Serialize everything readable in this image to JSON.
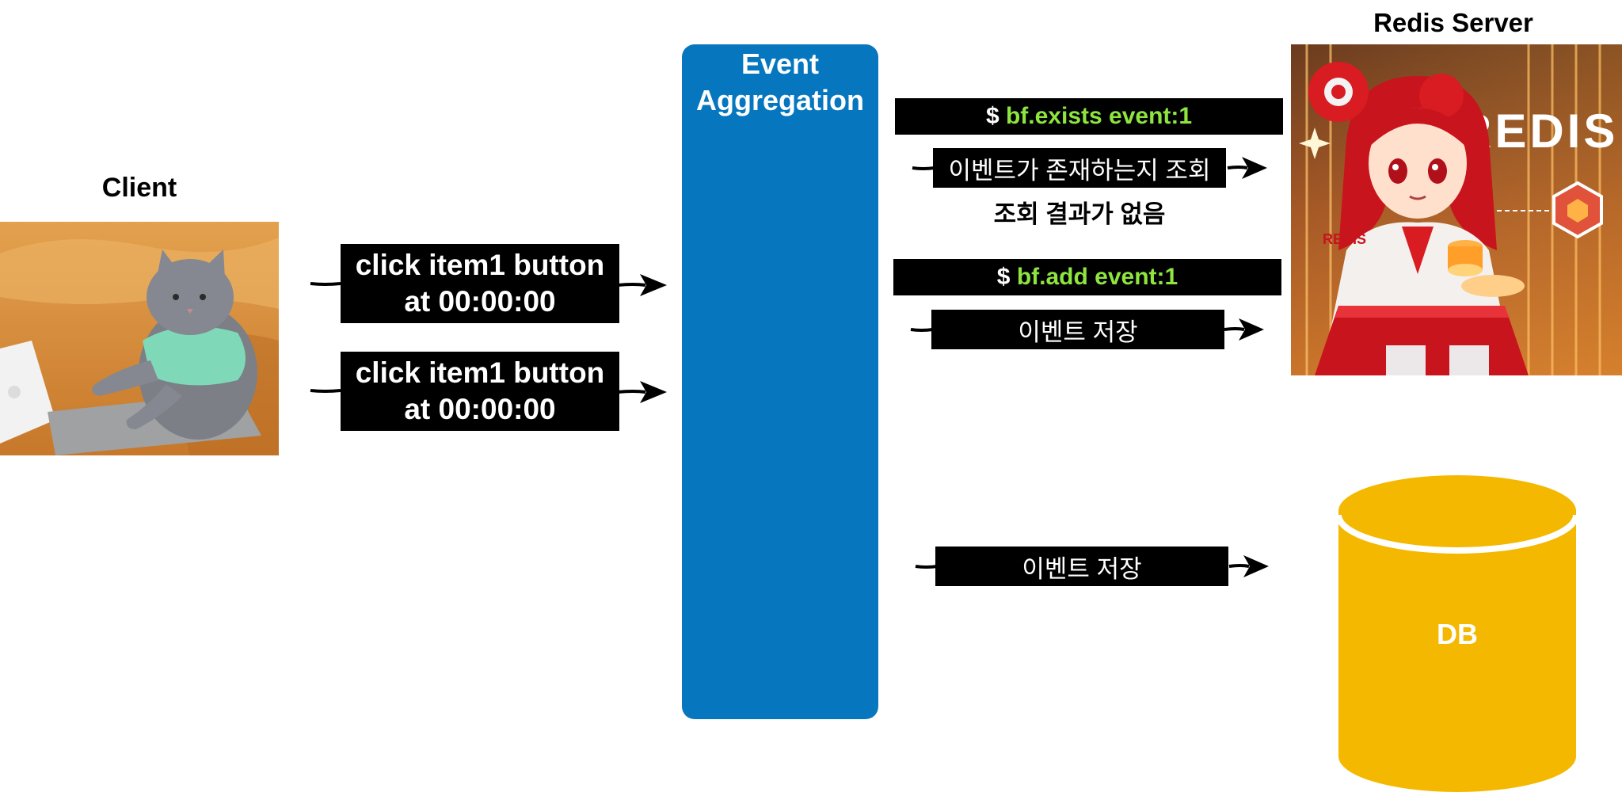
{
  "client": {
    "title": "Client",
    "image_icon": "cat-typing-laptop"
  },
  "requests": [
    {
      "line1": "click item1 button",
      "line2": "at 00:00:00"
    },
    {
      "line1": "click item1 button",
      "line2": "at 00:00:00"
    }
  ],
  "aggregator": {
    "title_line1": "Event",
    "title_line2": "Aggregation",
    "color": "#0677bf"
  },
  "redis": {
    "title": "Redis Server",
    "image_icon": "redis-anime-mascot",
    "logo_text": "REDIS",
    "badge_text": "REDIS",
    "cmd_exists_prefix": "$ ",
    "cmd_exists": "bf.exists event:1",
    "lookup_label": "이벤트가 존재하는지 조회",
    "no_result_note": "조회 결과가 없음",
    "cmd_add_prefix": "$ ",
    "cmd_add": "bf.add event:1",
    "store_label": "이벤트 저장"
  },
  "db": {
    "store_label": "이벤트 저장",
    "label": "DB",
    "color": "#f5b800"
  },
  "colors": {
    "command_green": "#8ee53f",
    "box_black": "#000000"
  }
}
